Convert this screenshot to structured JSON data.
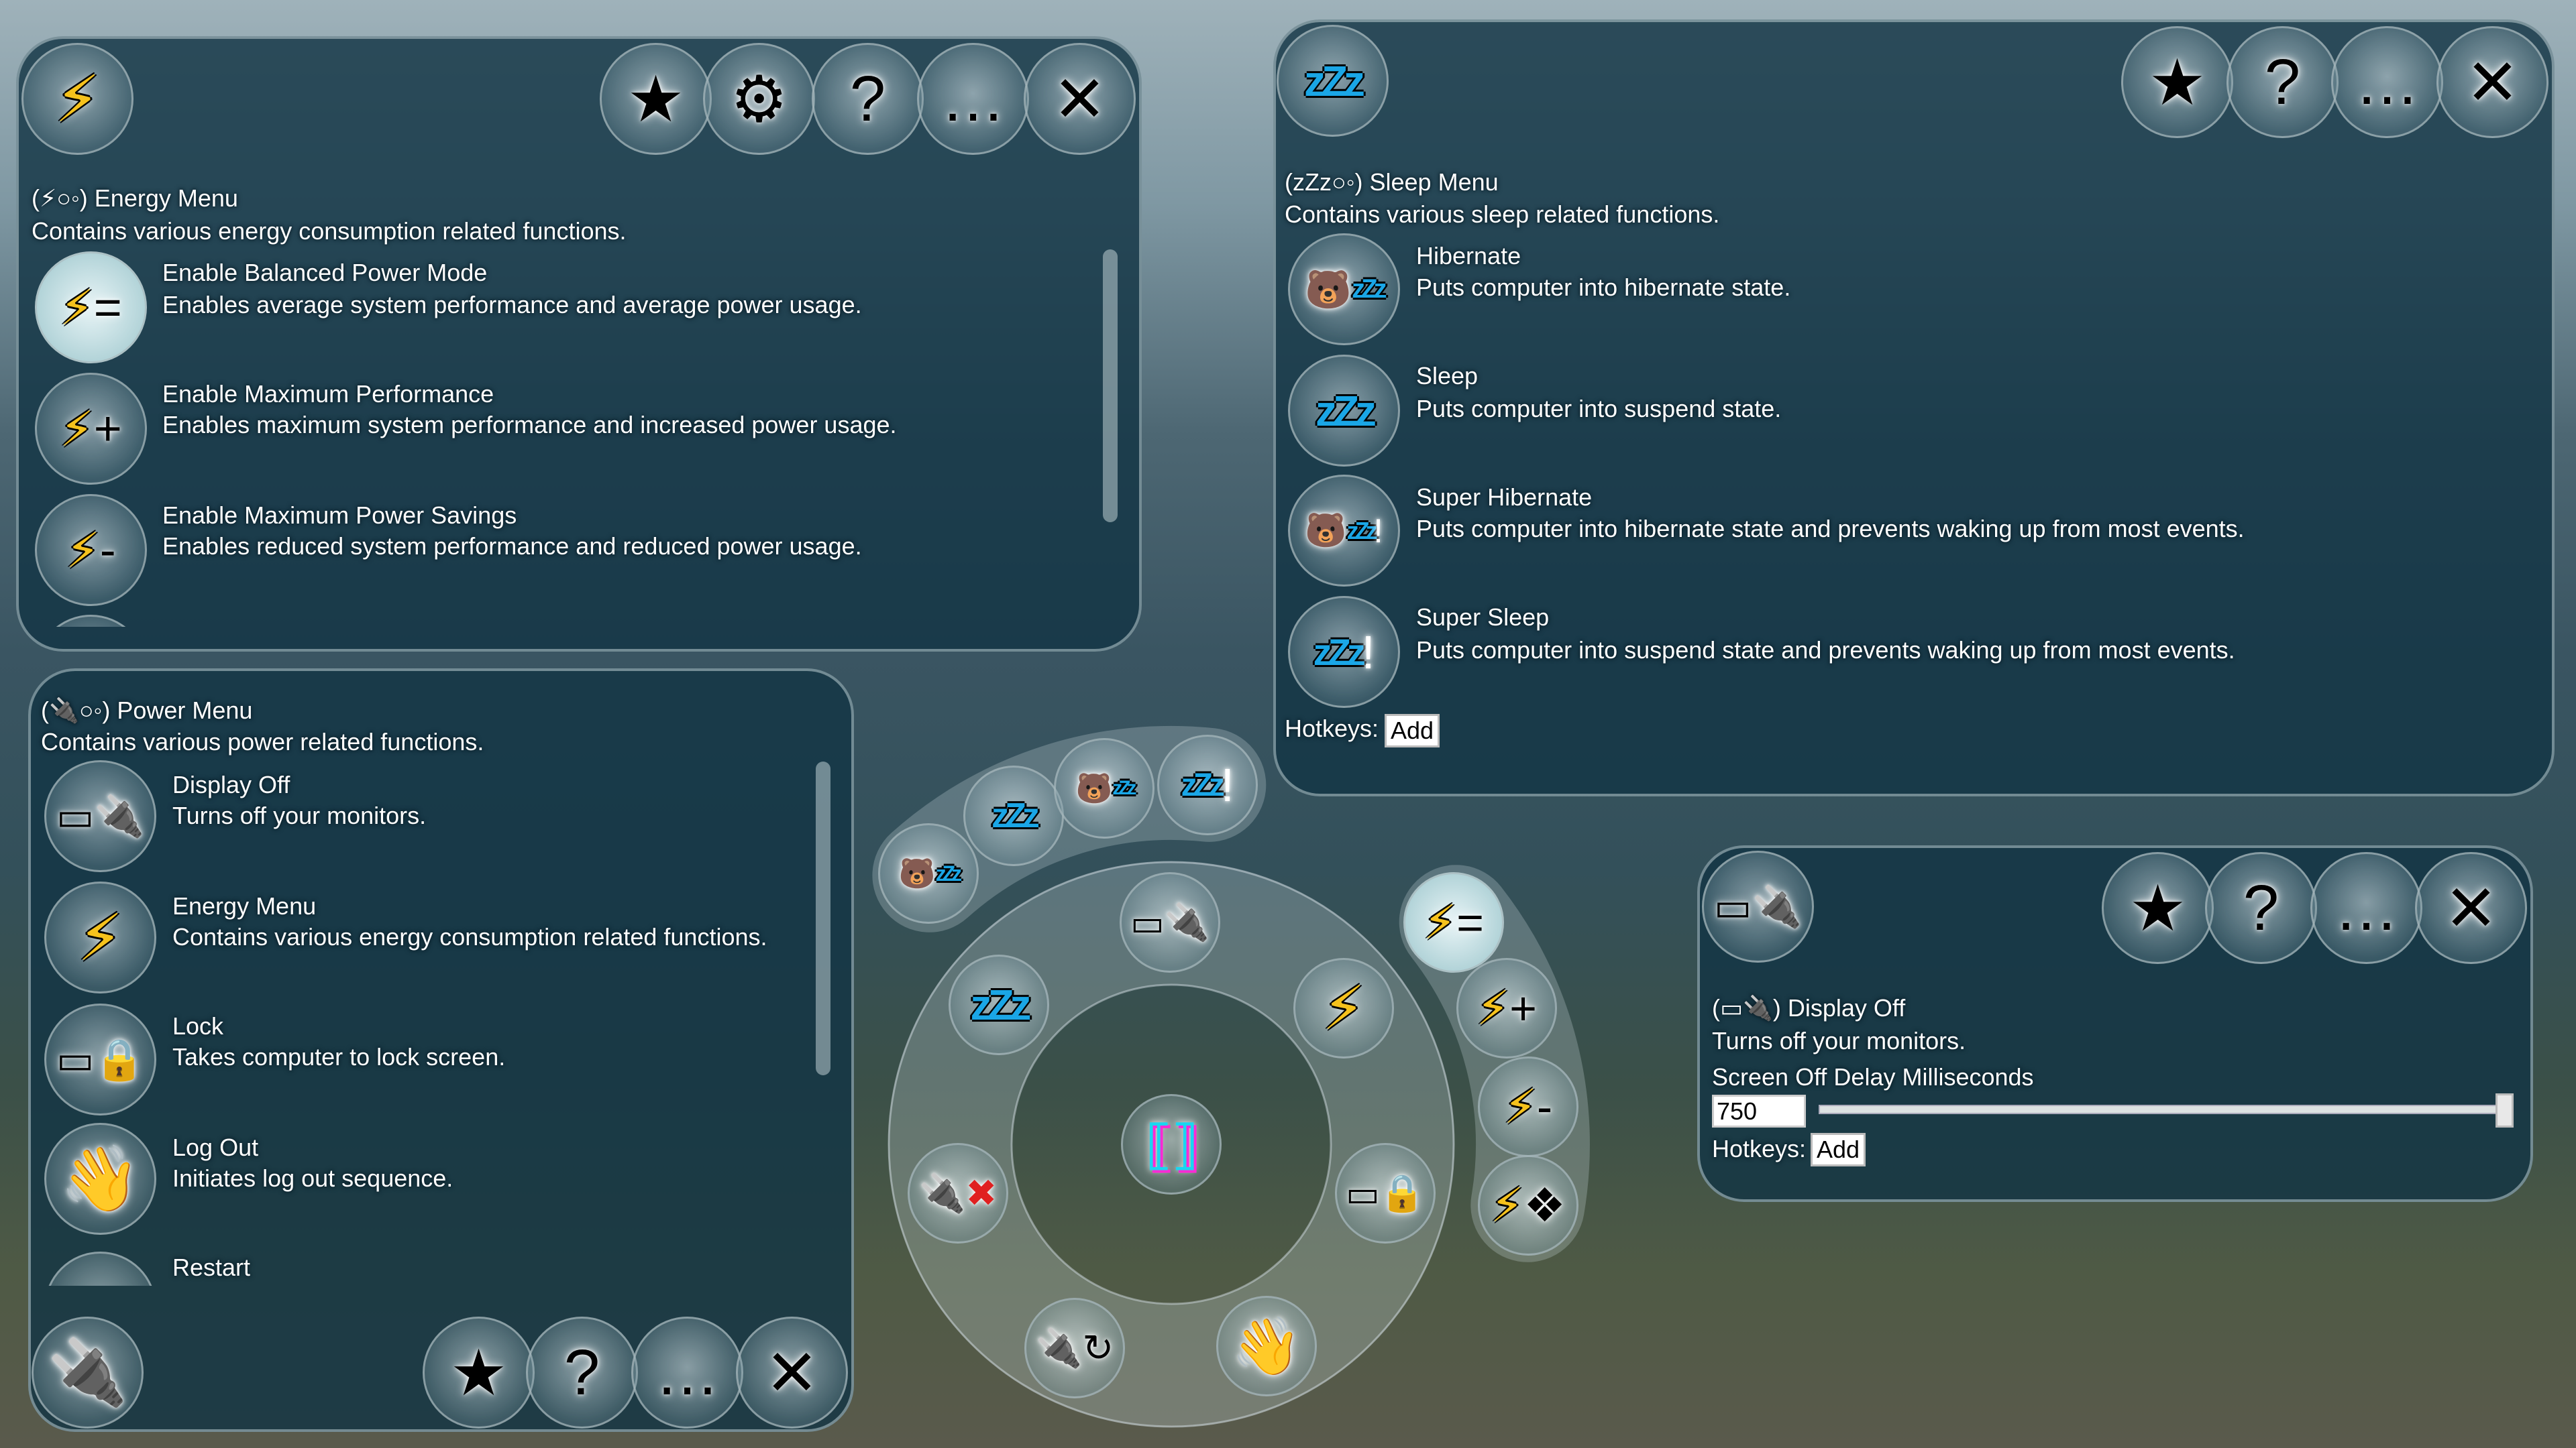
{
  "energy_menu": {
    "prefix": "(⚡○◦)",
    "title": "Energy Menu",
    "description": "Contains various energy consumption related functions.",
    "items": [
      {
        "title": "Enable Balanced Power Mode",
        "description": "Enables average system performance and average power usage.",
        "icon": "⚡="
      },
      {
        "title": "Enable Maximum Performance",
        "description": "Enables maximum system performance and increased power usage.",
        "icon": "⚡+"
      },
      {
        "title": "Enable Maximum Power Savings",
        "description": "Enables reduced system performance and reduced power usage.",
        "icon": "⚡-"
      }
    ],
    "buttons": {
      "favorite": "★",
      "settings": "⚙",
      "help": "?",
      "more": "…",
      "close": "✕"
    }
  },
  "sleep_menu": {
    "prefix": "(zZz○◦)",
    "title": "Sleep Menu",
    "description": "Contains various sleep related functions.",
    "items": [
      {
        "title": "Hibernate",
        "description": "Puts computer into hibernate state."
      },
      {
        "title": "Sleep",
        "description": "Puts computer into suspend state."
      },
      {
        "title": "Super Hibernate",
        "description": "Puts computer into hibernate state and prevents waking up from most events."
      },
      {
        "title": "Super Sleep",
        "description": "Puts computer into suspend state and prevents waking up from most events."
      }
    ],
    "hotkeys_label": "Hotkeys:",
    "add_label": "Add"
  },
  "power_menu": {
    "prefix": "(🔌○◦)",
    "title": "Power Menu",
    "description": "Contains various power related functions.",
    "items": [
      {
        "title": "Display Off",
        "description": "Turns off your monitors."
      },
      {
        "title": "Energy Menu",
        "description": "Contains various energy consumption related functions."
      },
      {
        "title": "Lock",
        "description": "Takes computer to lock screen."
      },
      {
        "title": "Log Out",
        "description": "Initiates log out sequence."
      },
      {
        "title": "Restart",
        "description": ""
      }
    ]
  },
  "display_off": {
    "prefix": "(▭🔌)",
    "title": "Display Off",
    "description": "Turns off your monitors.",
    "setting_label": "Screen Off Delay Milliseconds",
    "setting_value": "750",
    "slider_fraction": 1.0,
    "hotkeys_label": "Hotkeys:",
    "add_label": "Add"
  },
  "glyphs": {
    "star": "★",
    "gear": "⚙",
    "help": "?",
    "more": "…",
    "close": "✕",
    "bolt": "⚡",
    "zzz": "zZz",
    "bear": "🐻",
    "plug": "🔌",
    "monitor": "▭",
    "lock": "🔒",
    "hand": "👋",
    "cross": "✖",
    "restart": "↻",
    "exclaim": "!",
    "eq": "=",
    "plus": "+",
    "minus": "-",
    "diamond": "❖",
    "logo": "⟦⟧"
  }
}
